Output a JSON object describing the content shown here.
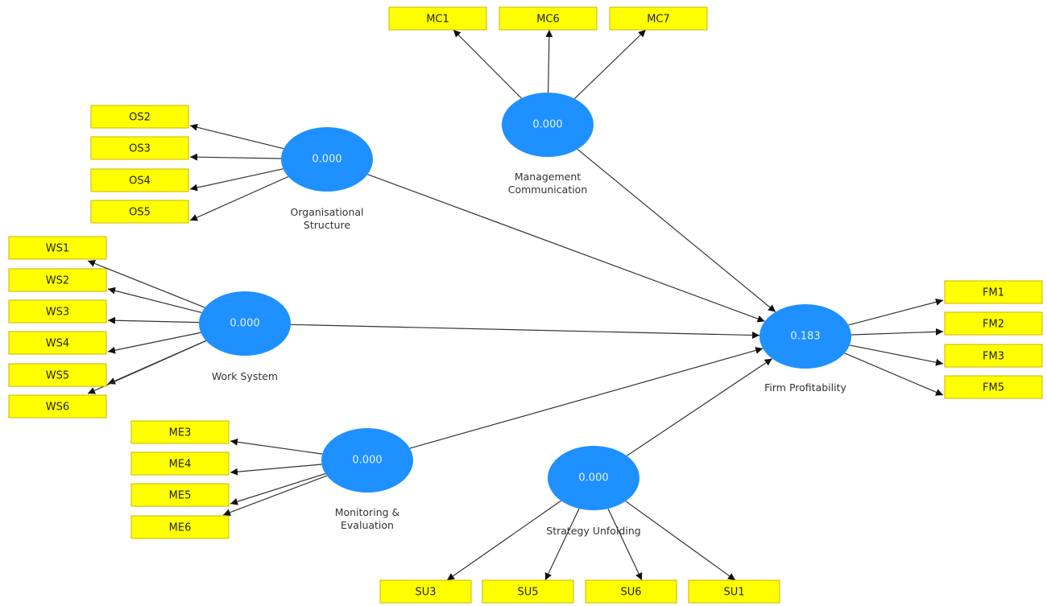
{
  "model": {
    "colors": {
      "latent": "#1e90ff",
      "indicator": "#ffff00",
      "edge": "#333333"
    },
    "latent_variables": [
      {
        "id": "MC",
        "label_lines": [
          "Management",
          "Communication"
        ],
        "value": "0.000"
      },
      {
        "id": "OS",
        "label_lines": [
          "Organisational",
          "Structure"
        ],
        "value": "0.000"
      },
      {
        "id": "WS",
        "label_lines": [
          "Work System"
        ],
        "value": "0.000"
      },
      {
        "id": "ME",
        "label_lines": [
          "Monitoring &",
          "Evaluation"
        ],
        "value": "0.000"
      },
      {
        "id": "SU",
        "label_lines": [
          "Strategy Unfolding"
        ],
        "value": "0.000"
      },
      {
        "id": "FP",
        "label_lines": [
          "Firm Profitability"
        ],
        "value": "0.183"
      }
    ],
    "indicators": {
      "MC": [
        "MC1",
        "MC6",
        "MC7"
      ],
      "OS": [
        "OS2",
        "OS3",
        "OS4",
        "OS5"
      ],
      "WS": [
        "WS1",
        "WS2",
        "WS3",
        "WS4",
        "WS5",
        "WS6"
      ],
      "ME": [
        "ME3",
        "ME4",
        "ME5",
        "ME6"
      ],
      "SU": [
        "SU3",
        "SU5",
        "SU6",
        "SU1"
      ],
      "FP": [
        "FM1",
        "FM2",
        "FM3",
        "FM5"
      ]
    },
    "paths": [
      {
        "from": "MC",
        "to": "FP"
      },
      {
        "from": "OS",
        "to": "FP"
      },
      {
        "from": "WS",
        "to": "FP"
      },
      {
        "from": "ME",
        "to": "FP"
      },
      {
        "from": "SU",
        "to": "FP"
      }
    ]
  }
}
